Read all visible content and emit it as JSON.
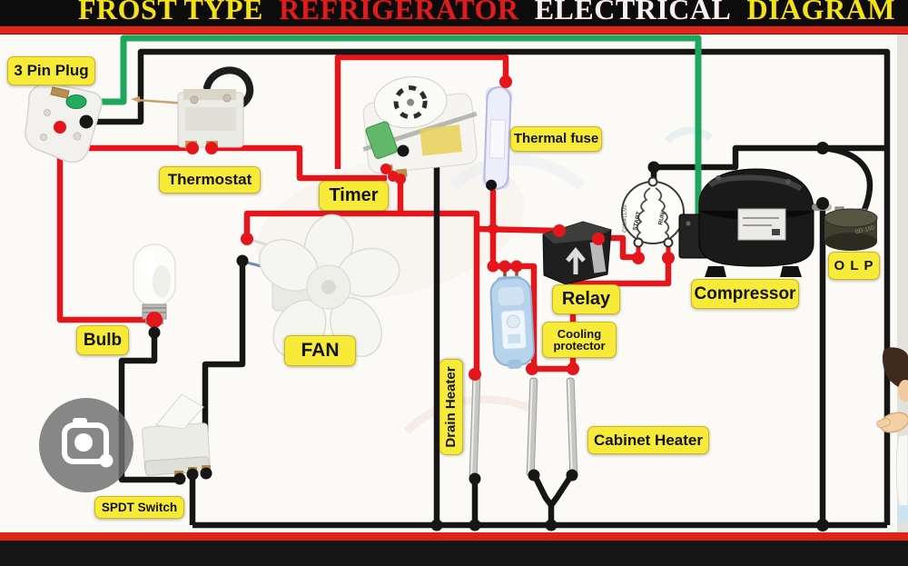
{
  "title": {
    "w1": "FROST TYPE",
    "w2": "REFRIGERATOR",
    "w3": "ELECTRICAL",
    "w4": "DIAGRAM"
  },
  "labels": {
    "plug": "3 Pin Plug",
    "thermostat": "Thermostat",
    "timer": "Timer",
    "thermal_fuse": "Thermal fuse",
    "relay": "Relay",
    "cooling_protector": "Cooling protector",
    "compressor": "Compressor",
    "olp": "O L P",
    "bulb": "Bulb",
    "fan": "FAN",
    "drain_heater": "Drain Heater",
    "cabinet_heater": "Cabinet Heater",
    "spdt_switch": "SPDT Switch"
  },
  "winding": {
    "start": "START",
    "run": "RUN",
    "marking": "C0M#11/99"
  },
  "olp_marking": "0D-150",
  "palette": {
    "live_wire": "#e5161b",
    "neutral_wire": "#161616",
    "earth_wire": "#1ea75c",
    "label_bg": "#f7ea39",
    "title_yellow": "#f0e318",
    "title_red": "#dd1d1d",
    "title_white": "#f2f2f2"
  }
}
